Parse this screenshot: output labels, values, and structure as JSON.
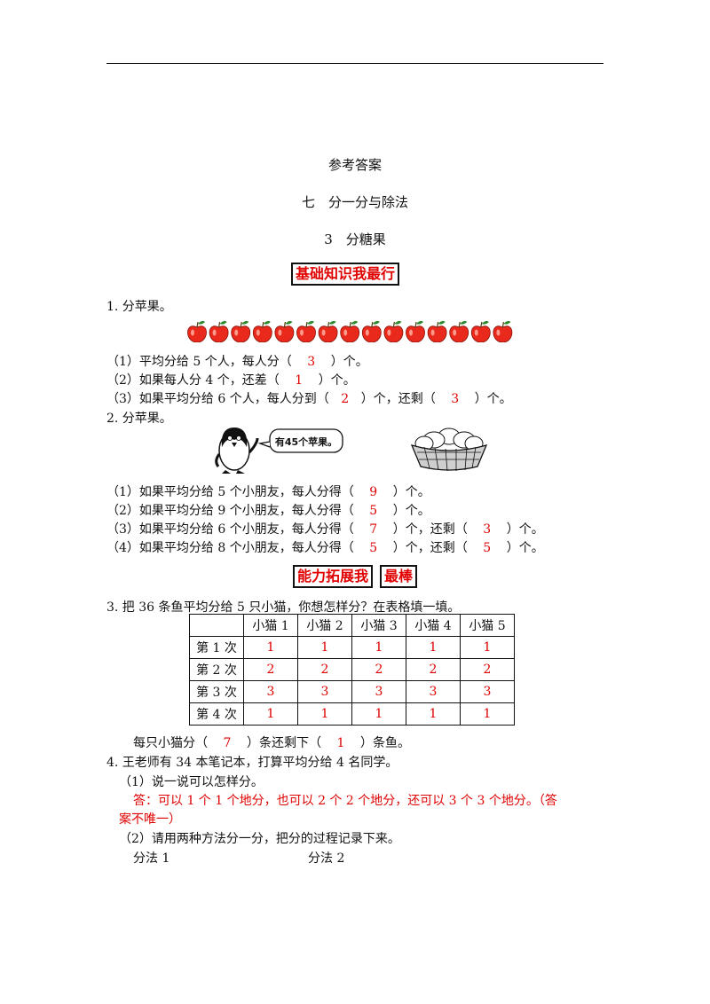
{
  "header": {
    "title": "参考答案",
    "unit": "七　分一分与除法",
    "lesson": "3　分糖果"
  },
  "section1": {
    "label": "基础知识我最行"
  },
  "q1": {
    "text": "1. 分苹果。",
    "apple_count": 15,
    "p1": {
      "pre": "（1）平均分给 5 个人，每人分（",
      "ans": "3",
      "post": "）个。"
    },
    "p2": {
      "pre": "（2）如果每人分 4 个，还差（",
      "ans": "1",
      "post": "）个。"
    },
    "p3": {
      "pre": "（3）如果平均分给 6 个人，每人分到（",
      "ans1": "2",
      "mid": "）个，还剩（",
      "ans2": "3",
      "post": "）个。"
    }
  },
  "q2": {
    "text": "2. 分苹果。",
    "bubble": "有45个苹果。",
    "p1": {
      "pre": "（1）如果平均分给 5 个小朋友，每人分得（",
      "ans": "9",
      "post": "）个。"
    },
    "p2": {
      "pre": "（2）如果平均分给 9 个小朋友，每人分得（",
      "ans": "5",
      "post": "）个。"
    },
    "p3": {
      "pre": "（3）如果平均分给 6 个小朋友，每人分得（",
      "ans1": "7",
      "mid": "）个，还剩（",
      "ans2": "3",
      "post": "）个。"
    },
    "p4": {
      "pre": "（4）如果平均分给 8 个小朋友，每人分得（",
      "ans1": "5",
      "mid": "）个，还剩（",
      "ans2": "5",
      "post": "）个。"
    }
  },
  "section2": {
    "label1": "能力拓展我",
    "label2": "最棒"
  },
  "q3": {
    "text": "3. 把 36 条鱼平均分给 5 只小猫，你想怎样分？在表格填一填。",
    "headers": [
      "",
      "小猫 1",
      "小猫 2",
      "小猫 3",
      "小猫 4",
      "小猫 5"
    ],
    "rows": [
      {
        "label": "第 1 次",
        "cells": [
          "1",
          "1",
          "1",
          "1",
          "1"
        ]
      },
      {
        "label": "第 2 次",
        "cells": [
          "2",
          "2",
          "2",
          "2",
          "2"
        ]
      },
      {
        "label": "第 3 次",
        "cells": [
          "3",
          "3",
          "3",
          "3",
          "3"
        ]
      },
      {
        "label": "第 4 次",
        "cells": [
          "1",
          "1",
          "1",
          "1",
          "1"
        ]
      }
    ],
    "summary": {
      "pre": "每只小猫分（",
      "ans1": "7",
      "mid": "）条还剩下（",
      "ans2": "1",
      "post": "）条鱼。"
    }
  },
  "q4": {
    "text": "4. 王老师有 34 本笔记本，打算平均分给 4 名同学。",
    "p1": "（1）说一说可以怎样分。",
    "answer_line1": "答：可以 1 个 1 个地分，也可以 2 个 2 个地分，还可以 3 个 3 个地分。（答",
    "answer_line2": "案不唯一）",
    "p2": "（2）请用两种方法分一分，把分的过程记录下来。",
    "method1": "分法 1",
    "method2": "分法 2"
  },
  "colors": {
    "answer": "#e00000",
    "apple": "#e8291c",
    "leaf": "#2f8a2f"
  }
}
